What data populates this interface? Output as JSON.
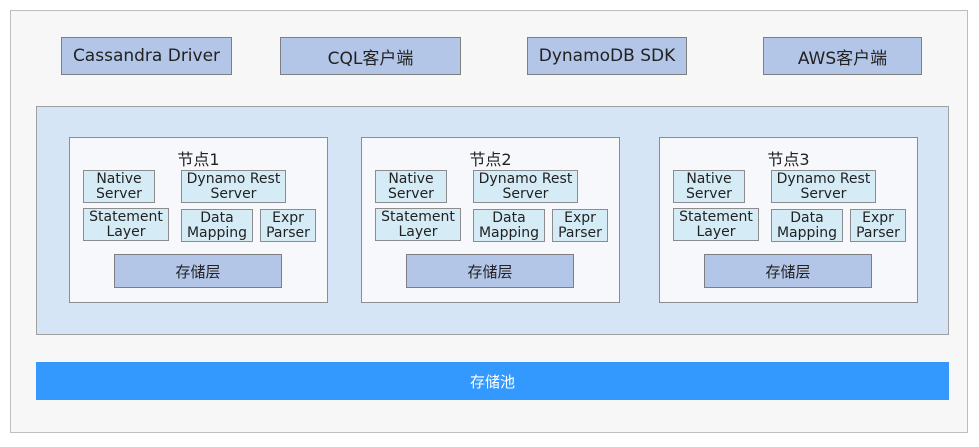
{
  "clients": [
    {
      "label": "Cassandra Driver"
    },
    {
      "label": "CQL客户端"
    },
    {
      "label": "DynamoDB SDK"
    },
    {
      "label": "AWS客户端"
    }
  ],
  "nodes": [
    {
      "title": "节点1",
      "native": "Native\nServer",
      "dynamo": "Dynamo Rest\nServer",
      "statement": "Statement\nLayer",
      "mapping": "Data\nMapping",
      "parser": "Expr\nParser",
      "storage": "存储层"
    },
    {
      "title": "节点2",
      "native": "Native\nServer",
      "dynamo": "Dynamo Rest\nServer",
      "statement": "Statement\nLayer",
      "mapping": "Data\nMapping",
      "parser": "Expr\nParser",
      "storage": "存储层"
    },
    {
      "title": "节点3",
      "native": "Native\nServer",
      "dynamo": "Dynamo Rest\nServer",
      "statement": "Statement\nLayer",
      "mapping": "Data\nMapping",
      "parser": "Expr\nParser",
      "storage": "存储层"
    }
  ],
  "pool": {
    "label": "存储池"
  },
  "colors": {
    "client_fill": "#b3c6e7",
    "cluster_fill": "#d6e5f6",
    "module_fill": "#d5ecf7",
    "pool_fill": "#3399ff"
  }
}
